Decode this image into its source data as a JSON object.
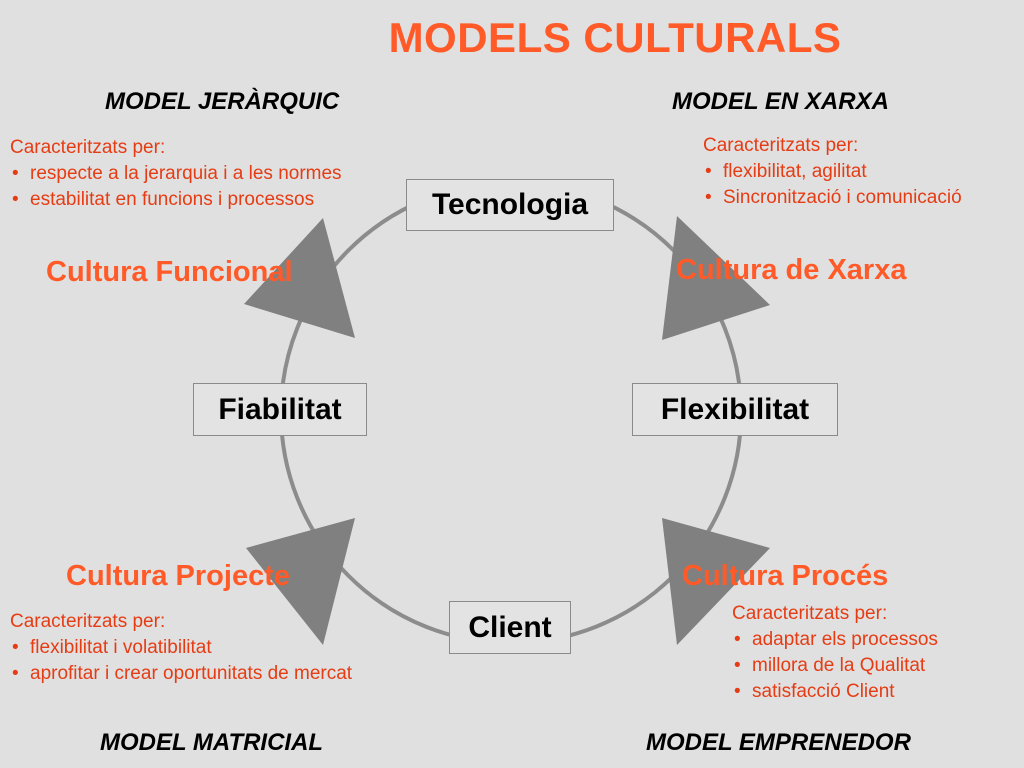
{
  "title": "MODELS CULTURALS",
  "colors": {
    "accent": "#ff5a28",
    "description_text": "#e63c14",
    "circle": "#8c8c8c",
    "arrows": "#808080",
    "background": "#e0e0e0"
  },
  "models": {
    "jerarquic": {
      "heading": "MODEL JERÀRQUIC",
      "intro": "Caracteritzats per:",
      "items": [
        "respecte a la jerarquia i a les normes",
        "estabilitat en funcions i processos"
      ],
      "culture": "Cultura Funcional"
    },
    "xarxa": {
      "heading": "MODEL EN XARXA",
      "intro": "Caracteritzats per:",
      "items": [
        "flexibilitat, agilitat",
        "Sincronització i comunicació"
      ],
      "culture": "Cultura de Xarxa"
    },
    "matricial": {
      "heading": "MODEL MATRICIAL",
      "intro": "Caracteritzats per:",
      "items": [
        "flexibilitat i volatibilitat",
        "aprofitar i crear oportunitats de mercat"
      ],
      "culture": "Cultura Projecte"
    },
    "emprenedor": {
      "heading": "MODEL EMPRENEDOR",
      "intro": "Caracteritzats per:",
      "items": [
        "adaptar els processos",
        "millora de la Qualitat",
        "satisfacció Client"
      ],
      "culture": "Cultura Procés"
    }
  },
  "nodes": {
    "top": "Tecnologia",
    "left": "Fiabilitat",
    "right": "Flexibilitat",
    "bottom": "Client"
  }
}
